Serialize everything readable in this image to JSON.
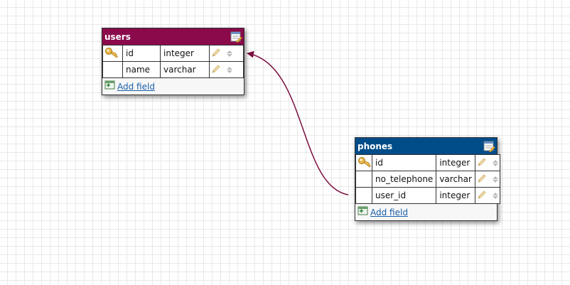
{
  "colors": {
    "users_header": "#8b0a4b",
    "phones_header": "#004c89",
    "relation_line": "#7a0e40",
    "link": "#1a5ea8"
  },
  "tables": [
    {
      "name": "users",
      "fields": [
        {
          "name": "id",
          "type": "integer",
          "primary_key": true
        },
        {
          "name": "name",
          "type": "varchar",
          "primary_key": false
        }
      ],
      "add_field_label": "Add field"
    },
    {
      "name": "phones",
      "fields": [
        {
          "name": "id",
          "type": "integer",
          "primary_key": true
        },
        {
          "name": "no_telephone",
          "type": "varchar",
          "primary_key": false
        },
        {
          "name": "user_id",
          "type": "integer",
          "primary_key": false
        }
      ],
      "add_field_label": "Add field"
    }
  ],
  "relations": [
    {
      "from_table": "phones",
      "from_field": "user_id",
      "to_table": "users",
      "to_field": "id"
    }
  ],
  "icons": {
    "primary_key": "key-icon",
    "edit_table": "edit-table-icon",
    "edit_field": "pencil-icon",
    "reorder": "up-down-arrows-icon",
    "add_field": "add-field-icon"
  }
}
